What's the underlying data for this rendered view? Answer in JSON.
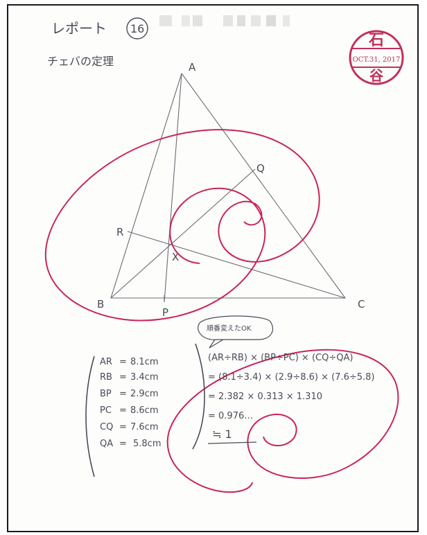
{
  "header": {
    "title": "レポート",
    "number": "16",
    "subtitle": "チェバの定理"
  },
  "stamp": {
    "top_char": "石",
    "date": "OCT.31, 2017",
    "bottom_char": "谷"
  },
  "figure": {
    "vertex_a": "A",
    "vertex_b": "B",
    "vertex_c": "C",
    "point_p": "P",
    "point_q": "Q",
    "point_r": "R",
    "point_x": "X"
  },
  "measurements": [
    {
      "label": "AR",
      "value": "8.1cm"
    },
    {
      "label": "RB",
      "value": "3.4cm"
    },
    {
      "label": "BP",
      "value": "2.9cm"
    },
    {
      "label": "PC",
      "value": "8.6cm"
    },
    {
      "label": "CQ",
      "value": "7.6cm"
    },
    {
      "label": "QA",
      "value": "5.8cm"
    }
  ],
  "calculation": {
    "note": "順番変えたOK",
    "line1": "(AR÷RB) × (BP÷PC) × (CQ÷QA)",
    "line2": "= (8.1÷3.4) × (2.9÷8.6) × (7.6÷5.8)",
    "line3": "= 2.382 × 0.313 × 1.310",
    "line4": "= 0.976…",
    "line5": "≒ 1"
  },
  "colors": {
    "ink": "#4a4a58",
    "red_pen": "#c8245a",
    "stamp": "#c0305a"
  }
}
